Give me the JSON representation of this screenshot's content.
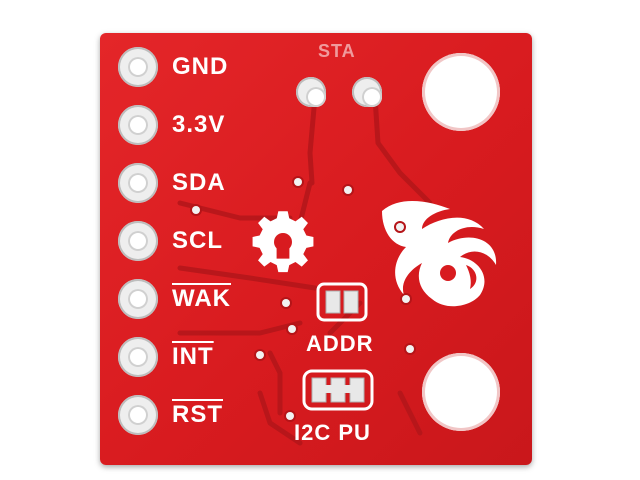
{
  "board": {
    "pins": [
      {
        "key": "gnd",
        "label": "GND",
        "overline": false
      },
      {
        "key": "3v3",
        "label": "3.3V",
        "overline": false
      },
      {
        "key": "sda",
        "label": "SDA",
        "overline": false
      },
      {
        "key": "scl",
        "label": "SCL",
        "overline": false
      },
      {
        "key": "wak",
        "label": "WAK",
        "overline": true
      },
      {
        "key": "int",
        "label": "INT",
        "overline": true
      },
      {
        "key": "rst",
        "label": "RST",
        "overline": true
      }
    ],
    "jumper_addr_label": "ADDR",
    "jumper_i2c_label": "I2C PU",
    "top_header_label": "STA",
    "colors": {
      "solder_mask": "#d81b1f",
      "silkscreen": "#ffffff",
      "pads": "#eeeeee"
    }
  }
}
